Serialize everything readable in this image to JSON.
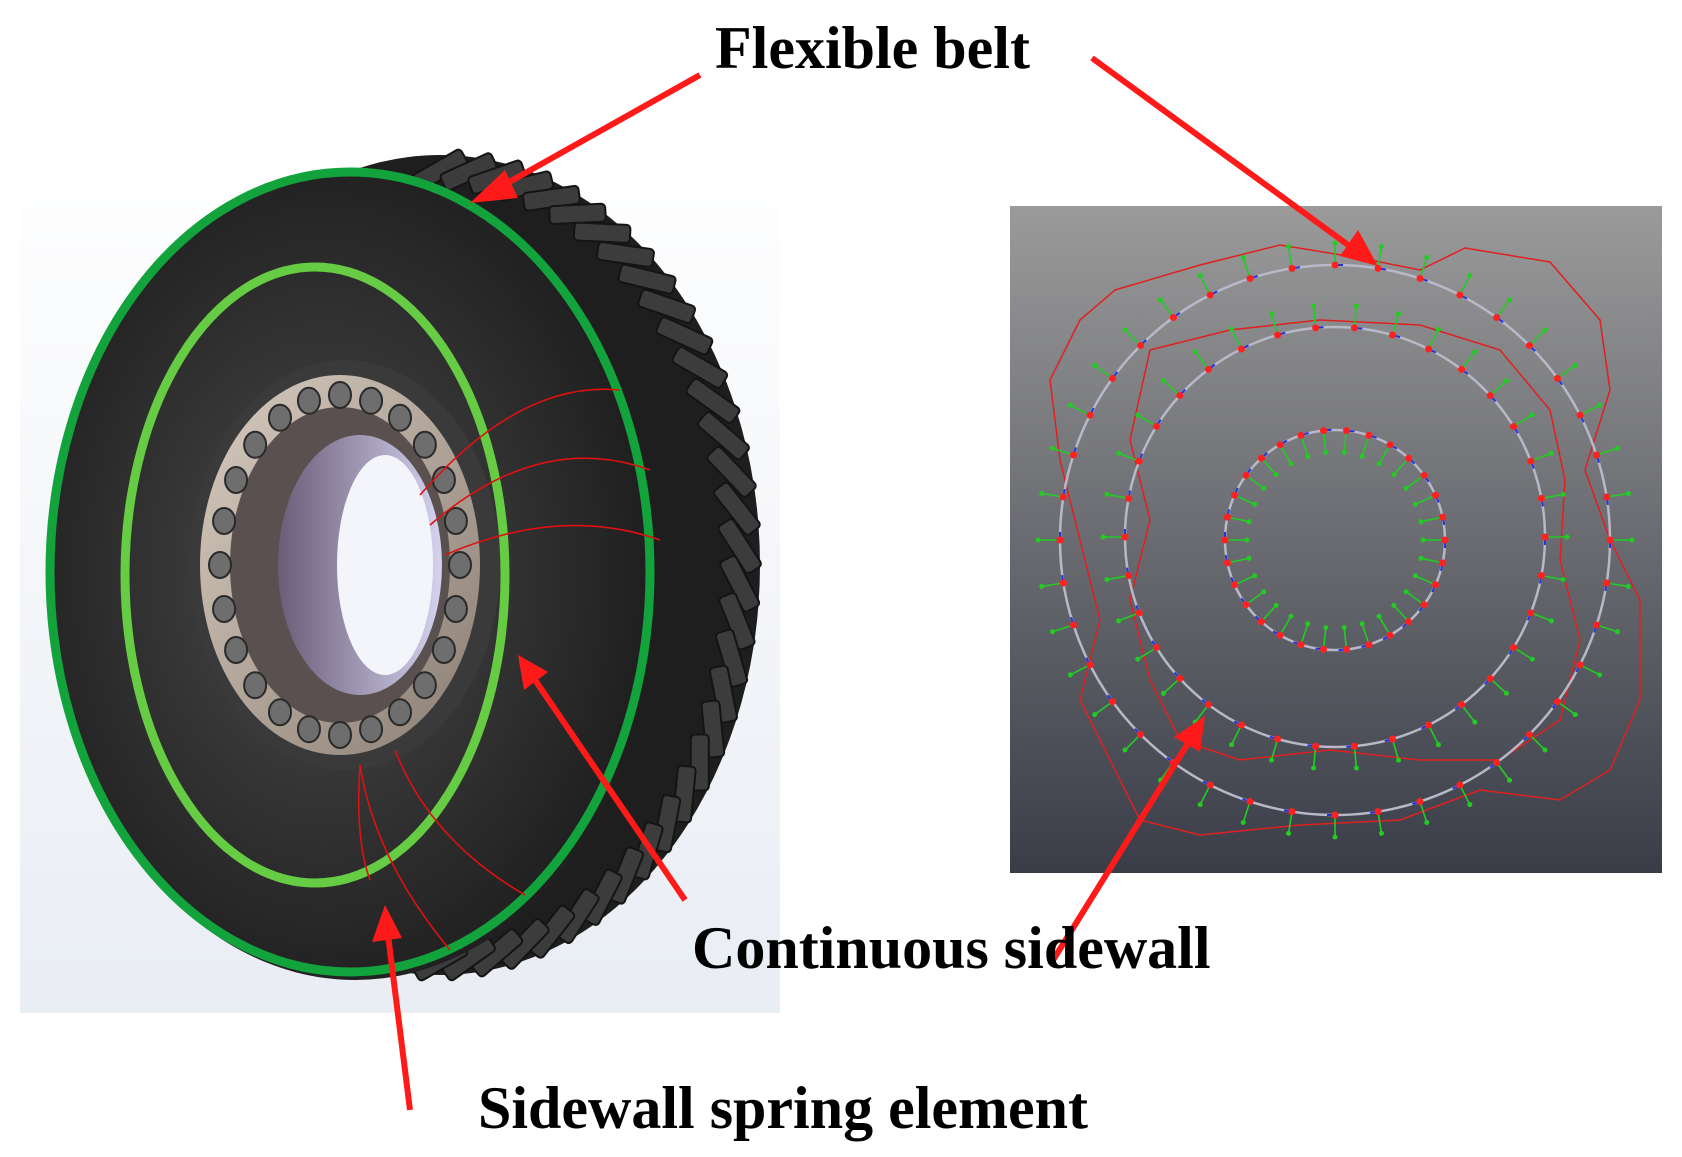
{
  "labels": {
    "flexible_belt": "Flexible belt",
    "continuous_sidewall": "Continuous sidewall",
    "sidewall_spring_element": "Sidewall spring element"
  },
  "colors": {
    "arrow": "#ff1a1a",
    "belt_ring": "#12a33c",
    "sidewall_ring": "#66cc44",
    "spring_curve": "#e01010",
    "node": "#ff2020",
    "normal_arrow": "#22cc22",
    "tangent_arrow": "#2233dd",
    "panel_top": "#9a9a9a",
    "panel_bottom": "#3a3d48",
    "tire": "#2a2a2a"
  },
  "icons": {
    "left_panel": "tire-3d-render",
    "right_panel": "mesh-model-view"
  }
}
